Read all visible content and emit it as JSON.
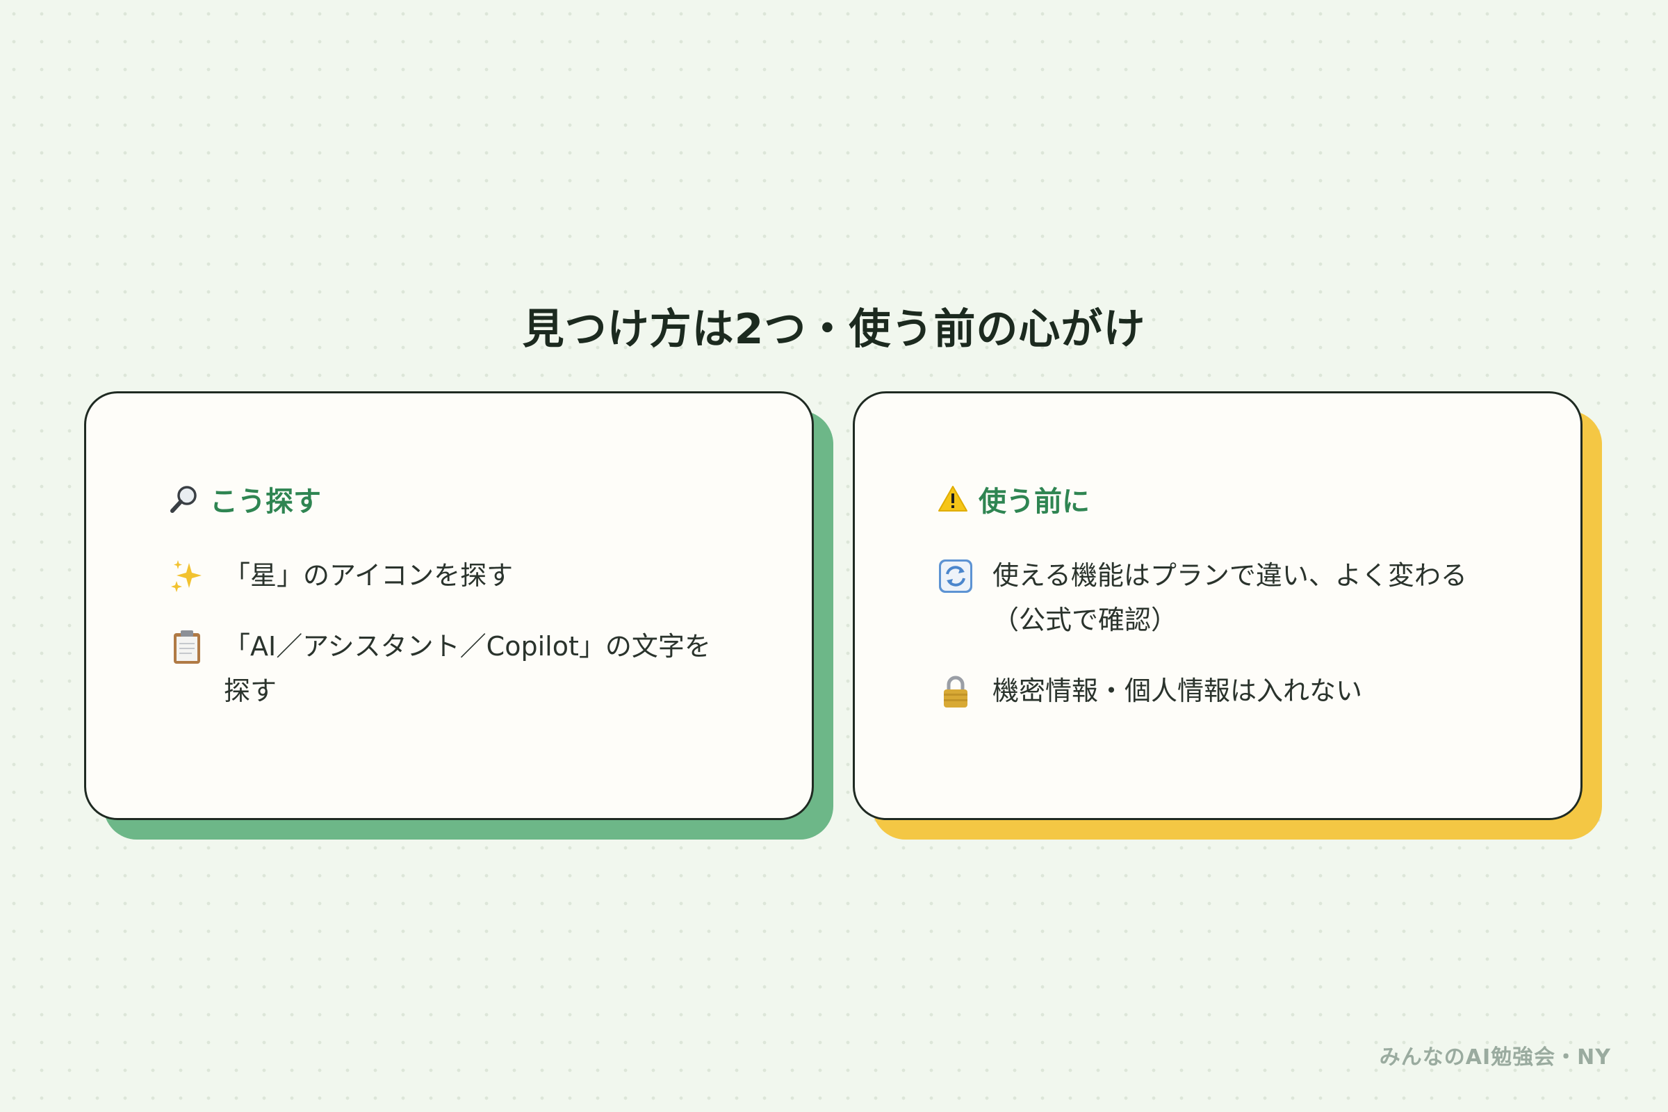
{
  "title": "見つけ方は2つ・使う前の心がけ",
  "colors": {
    "background": "#f1f7ee",
    "card": "#fefdf9",
    "heading_green": "#2f8552",
    "left_shadow": "#6db788",
    "right_shadow": "#f4c744",
    "footer": "#9aab9f"
  },
  "cards": [
    {
      "heading": "こう探す",
      "heading_icon": "magnifier-icon",
      "items": [
        {
          "icon": "sparkles-icon",
          "text": "「星」のアイコンを探す"
        },
        {
          "icon": "clipboard-icon",
          "text": "「AI／アシスタント／Copilot」の文字を探す"
        }
      ]
    },
    {
      "heading": "使う前に",
      "heading_icon": "warning-icon",
      "items": [
        {
          "icon": "refresh-icon",
          "text": "使える機能はプランで違い、よく変わる（公式で確認）"
        },
        {
          "icon": "lock-icon",
          "text": "機密情報・個人情報は入れない"
        }
      ]
    }
  ],
  "footer": "みんなのAI勉強会・NY"
}
